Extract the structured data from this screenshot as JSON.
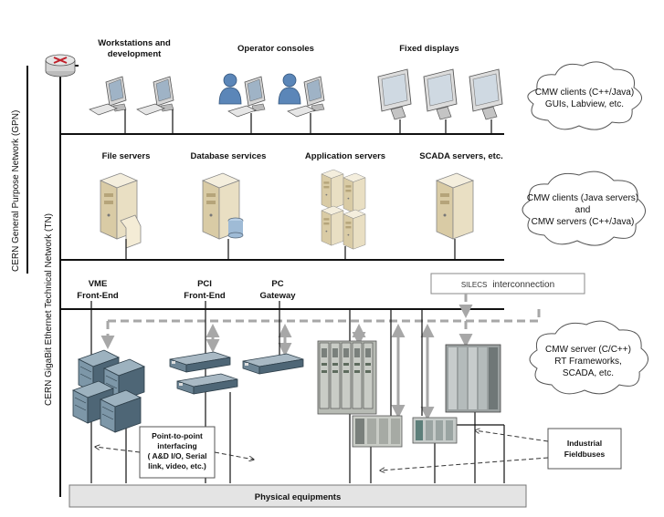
{
  "networks": {
    "gpn": "CERN General Purpose Network (GPN)",
    "tn": "CERN GigaBit Ethernet Technical Network (TN)"
  },
  "tier1": {
    "workstations": [
      "Workstations and",
      "development"
    ],
    "operator_consoles": "Operator consoles",
    "fixed_displays": "Fixed displays"
  },
  "tier2": {
    "file_servers": "File servers",
    "database_services": "Database services",
    "application_servers": "Application servers",
    "scada_servers": "SCADA servers, etc."
  },
  "tier3": {
    "vme": [
      "VME",
      "Front-End"
    ],
    "pci": [
      "PCI",
      "Front-End"
    ],
    "pc": [
      "PC",
      "Gateway"
    ],
    "silecs_prefix": "SILECS",
    "silecs_rest": "interconnection"
  },
  "clouds": {
    "c1": [
      "CMW clients (C++/Java)",
      "GUIs, Labview, etc."
    ],
    "c2": [
      "CMW clients (Java servers)",
      "and",
      "CMW servers (C++/Java)"
    ],
    "c3": [
      "CMW server (C/C++)",
      "RT Frameworks,",
      "SCADA, etc."
    ]
  },
  "boxes": {
    "p2p": [
      "Point-to-point",
      "interfacing",
      "( A&D I/O, Serial",
      "link, video, etc.)"
    ],
    "fieldbus": [
      "Industrial",
      "Fieldbuses"
    ],
    "physical": "Physical equipments"
  },
  "colors": {
    "monitor": "#d8d8d8",
    "screen": "#9fb3c6",
    "person": "#5b86b8",
    "server": "#e7dcc0",
    "rack": "#5a7283",
    "plc": "#c9ccc6",
    "arrow": "#a7a7a7"
  }
}
